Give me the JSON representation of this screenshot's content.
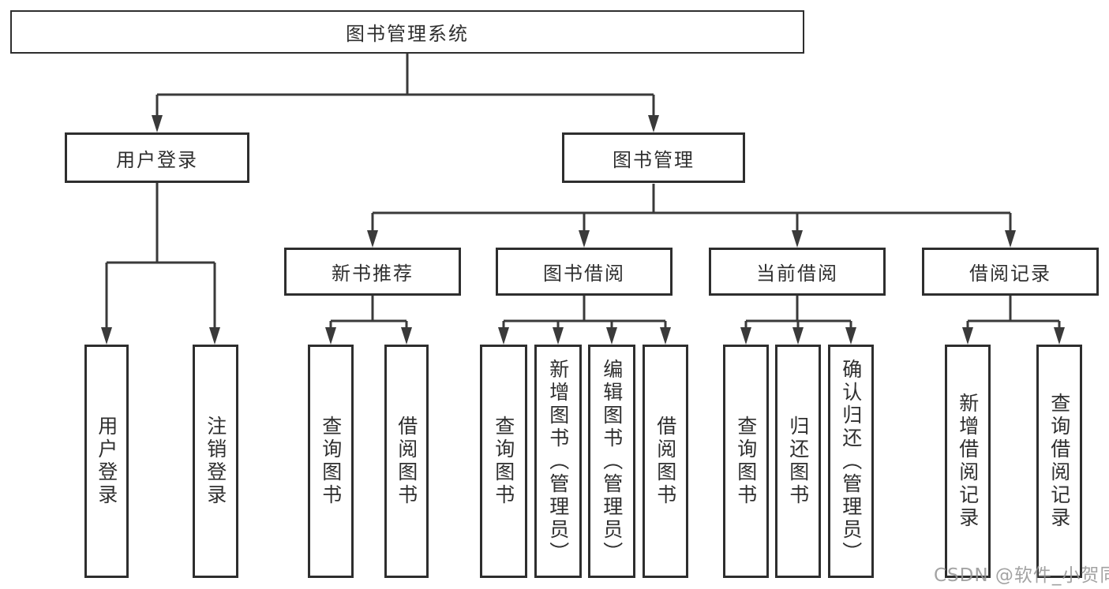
{
  "tree": {
    "label": "图书管理系统",
    "children": [
      {
        "label": "用户登录",
        "children": [
          {
            "label": "用户登录"
          },
          {
            "label": "注销登录"
          }
        ]
      },
      {
        "label": "图书管理",
        "children": [
          {
            "label": "新书推荐",
            "children": [
              {
                "label": "查询图书"
              },
              {
                "label": "借阅图书"
              }
            ]
          },
          {
            "label": "图书借阅",
            "children": [
              {
                "label": "查询图书"
              },
              {
                "label": "新增图书（管理员）"
              },
              {
                "label": "编辑图书（管理员）"
              },
              {
                "label": "借阅图书"
              }
            ]
          },
          {
            "label": "当前借阅",
            "children": [
              {
                "label": "查询图书"
              },
              {
                "label": "归还图书"
              },
              {
                "label": "确认归还（管理员）"
              }
            ]
          },
          {
            "label": "借阅记录",
            "children": [
              {
                "label": "新增借阅记录"
              },
              {
                "label": "查询借阅记录"
              }
            ]
          }
        ]
      }
    ]
  },
  "watermark": {
    "text": "CSDN @软件_小贺同学"
  },
  "colors": {
    "line": "#3a3a3a",
    "box_border": "#2e2e2e",
    "text": "#2f2f2f",
    "watermark": "#969696",
    "background": "#ffffff"
  }
}
